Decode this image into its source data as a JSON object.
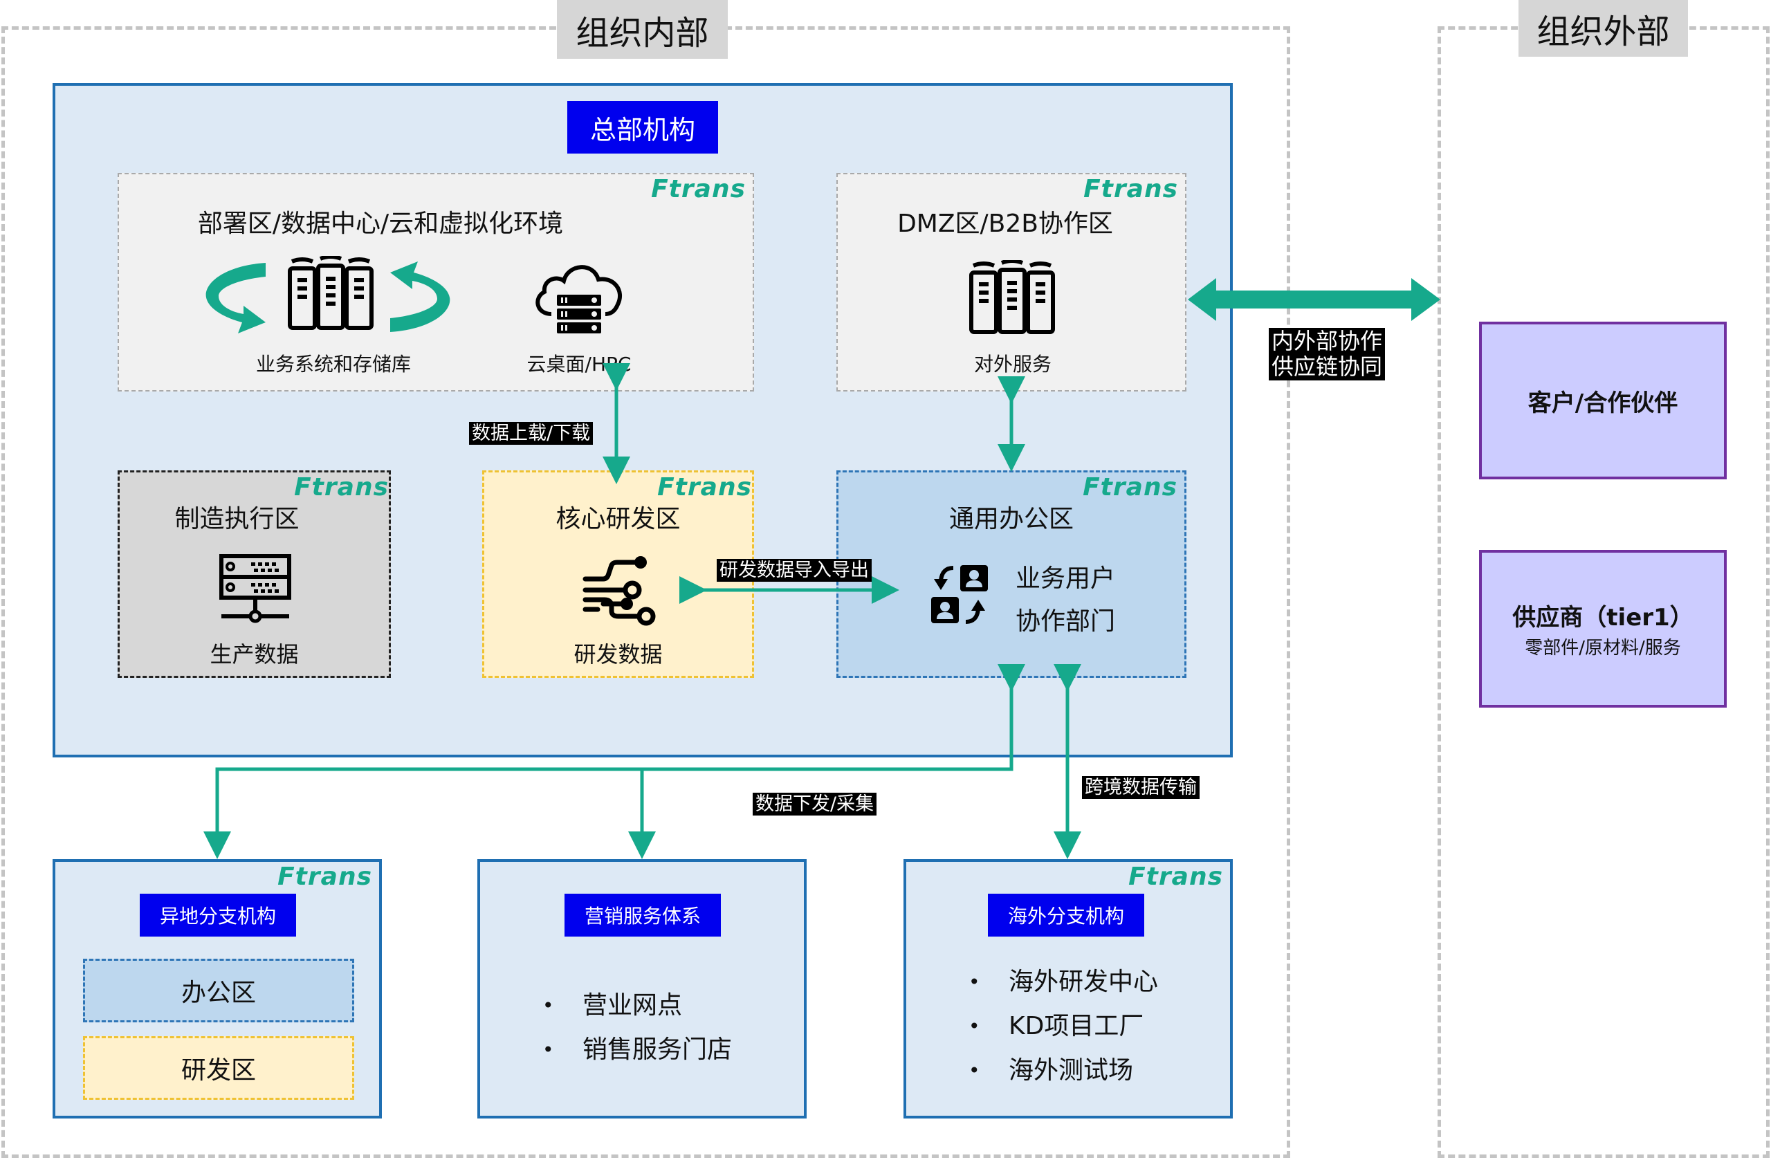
{
  "regions": {
    "internal_label": "组织内部",
    "external_label": "组织外部"
  },
  "headquarters": {
    "label": "总部机构",
    "brand": "Ftrans",
    "zones": {
      "deploy": {
        "title": "部署区/数据中心/云和虚拟化环境",
        "items": [
          {
            "icon": "server-rack-icon",
            "label": "业务系统和存储库"
          },
          {
            "icon": "cloud-server-icon",
            "label": "云桌面/HPC"
          }
        ]
      },
      "dmz": {
        "title": "DMZ区/B2B协作区",
        "items": [
          {
            "icon": "server-rack-icon",
            "label": "对外服务"
          }
        ]
      },
      "manufacturing": {
        "title": "制造执行区",
        "items": [
          {
            "icon": "network-server-icon",
            "label": "生产数据"
          }
        ]
      },
      "core_rd": {
        "title": "核心研发区",
        "items": [
          {
            "icon": "circuit-icon",
            "label": "研发数据"
          }
        ]
      },
      "office": {
        "title": "通用办公区",
        "icon": "user-exchange-icon",
        "lines": [
          "业务用户",
          "协作部门"
        ]
      }
    }
  },
  "connections": {
    "upload_download": "数据上载/下载",
    "rd_import_export": "研发数据导入导出",
    "distribute_collect": "数据下发/采集",
    "cross_border": "跨境数据传输",
    "external_collab": [
      "内外部协作",
      "供应链协同"
    ]
  },
  "branches": {
    "remote": {
      "label": "异地分支机构",
      "brand": "Ftrans",
      "sub_zones": [
        "办公区",
        "研发区"
      ]
    },
    "marketing": {
      "label": "营销服务体系",
      "items": [
        "营业网点",
        "销售服务门店"
      ]
    },
    "overseas": {
      "label": "海外分支机构",
      "brand": "Ftrans",
      "items": [
        "海外研发中心",
        "KD项目工厂",
        "海外测试场"
      ]
    }
  },
  "external": {
    "customer": {
      "title": "客户/合作伙伴"
    },
    "supplier": {
      "title": "供应商（tier1）",
      "subtitle": "零部件/原材料/服务"
    }
  },
  "colors": {
    "accent_green": "#16a98c",
    "tag_blue": "#0000ee",
    "hq_border": "#1f6fb2",
    "external_border": "#7030a0",
    "external_fill": "#ccccff"
  }
}
